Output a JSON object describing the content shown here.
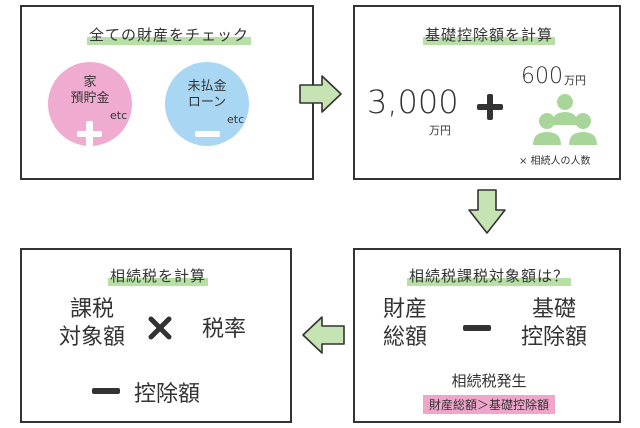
{
  "box1": {
    "title": "全ての財産をチェック",
    "pink_text": [
      "家",
      "預貯金"
    ],
    "pink_etc": "etc",
    "blue_text": [
      "未払金",
      "ローン"
    ],
    "blue_etc": "etc"
  },
  "box2": {
    "title": "基礎控除額を計算",
    "base_amount": "3,000",
    "base_unit": "万円",
    "per_heir_amount": "600",
    "per_heir_unit": "万円",
    "heir_note": "× 相続人の人数"
  },
  "box3": {
    "title": "相続税課税対象額は？",
    "left_lines": [
      "財産",
      "総額"
    ],
    "right_lines": [
      "基礎",
      "控除額"
    ],
    "result": "相続税発生",
    "condition": "財産総額＞基礎控除額"
  },
  "box4": {
    "title": "相続税を計算",
    "taxable_lines": [
      "課税",
      "対象額"
    ],
    "tax_rate": "税率",
    "deduction": "控除額"
  },
  "colors": {
    "highlight_green": "#b8e0a6",
    "arrow_green": "#c5e3b3",
    "pink_circle": "#f0acd0",
    "blue_circle": "#a9d7f3",
    "people_green": "#a8d69a",
    "pink_bar": "#f0a6cb",
    "border": "#333333"
  },
  "icons": [
    "plus-icon",
    "minus-icon",
    "times-icon",
    "people-icon",
    "arrow-right-icon",
    "arrow-down-icon",
    "arrow-left-icon"
  ]
}
